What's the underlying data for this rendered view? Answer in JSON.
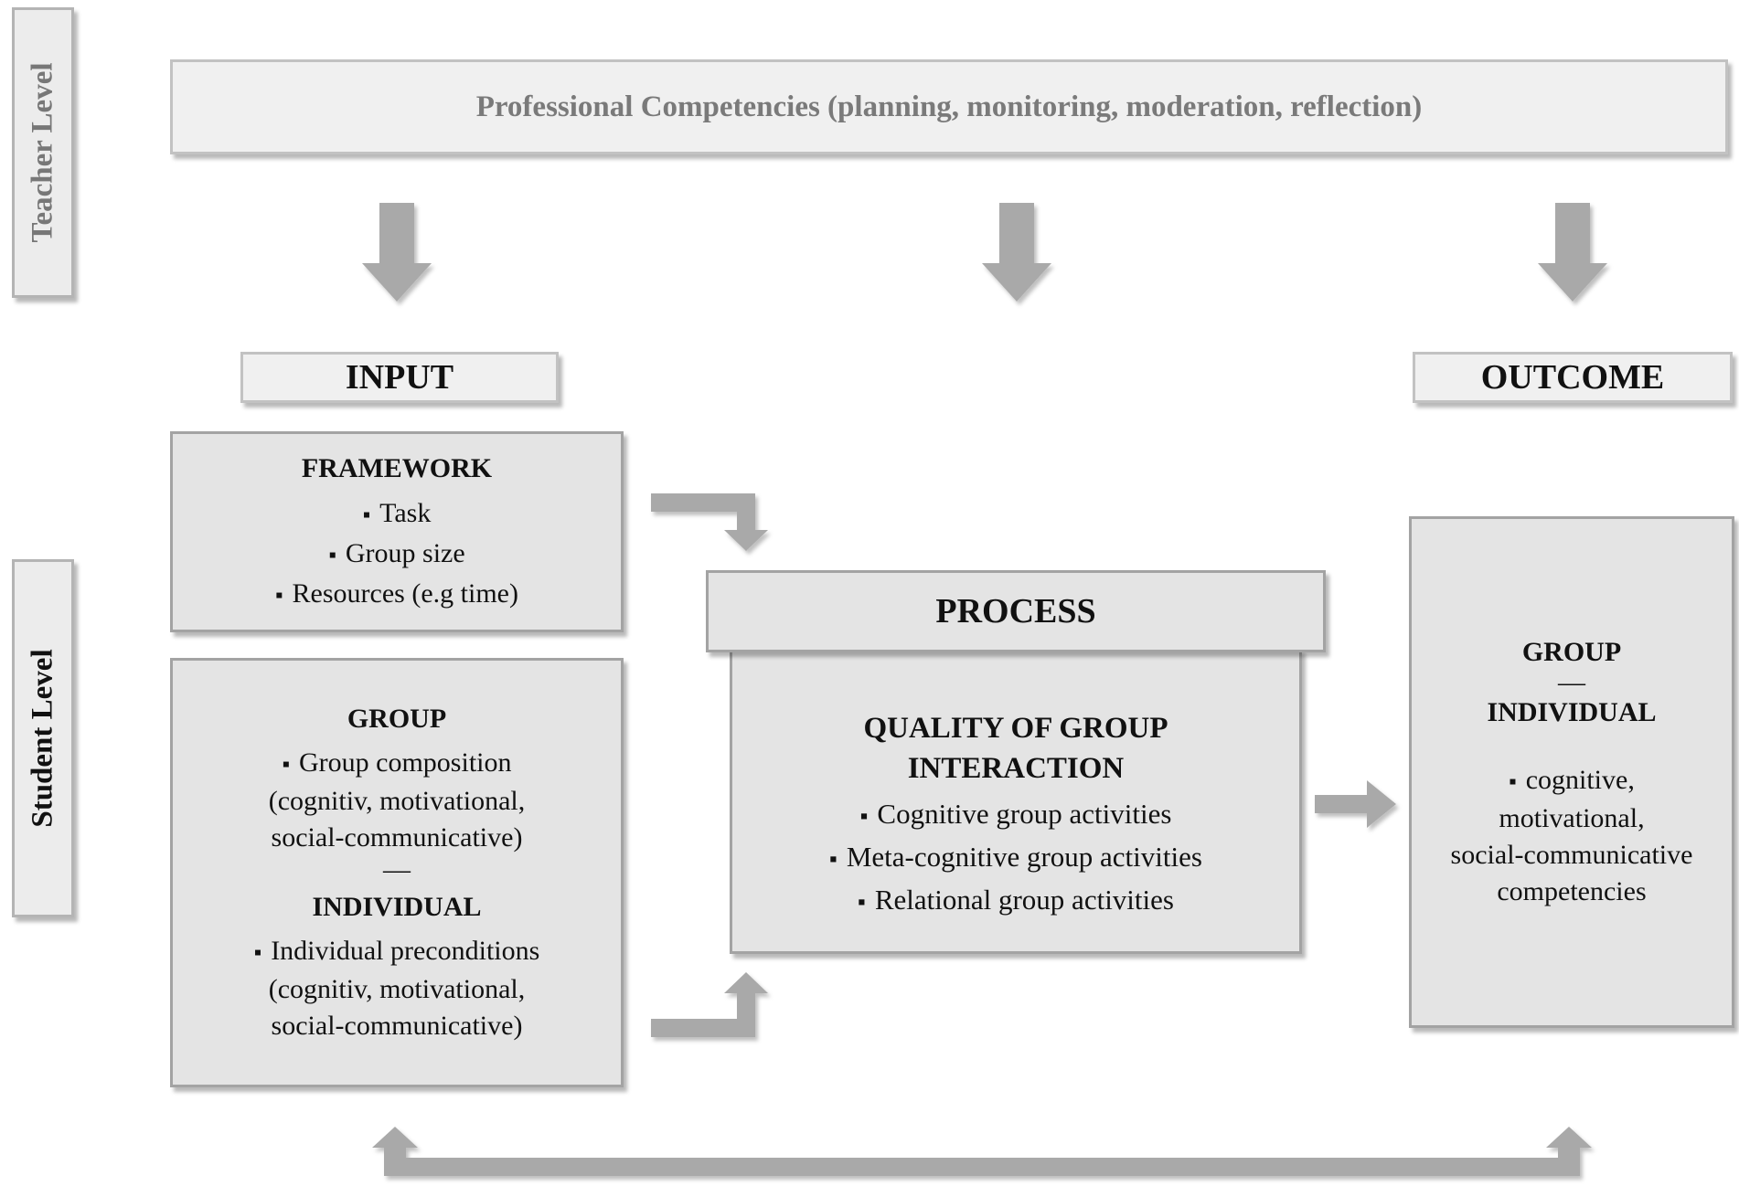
{
  "levels": {
    "teacher": "Teacher Level",
    "student": "Student Level"
  },
  "top_box": "Professional Competencies (planning, monitoring, moderation, reflection)",
  "input_label": "INPUT",
  "outcome_label": "OUTCOME",
  "framework": {
    "title": "FRAMEWORK",
    "items": [
      "Task",
      "Group size",
      "Resources (e.g time)"
    ]
  },
  "group_individual": {
    "group_title": "GROUP",
    "group_item": "Group composition",
    "group_detail_1": "(cognitiv, motivational,",
    "group_detail_2": "social-communicative)",
    "separator": "—",
    "individual_title": "INDIVIDUAL",
    "individual_item": "Individual preconditions",
    "individual_detail_1": "(cognitiv, motivational,",
    "individual_detail_2": "social-communicative)"
  },
  "process": {
    "header": "PROCESS",
    "title_1": "QUALITY OF GROUP",
    "title_2": "INTERACTION",
    "items": [
      "Cognitive group activities",
      "Meta-cognitive group activities",
      "Relational group activities"
    ]
  },
  "outcome": {
    "group": "GROUP",
    "separator": "—",
    "individual": "INDIVIDUAL",
    "line_1": "cognitive,",
    "line_2": "motivational,",
    "line_3": "social-communicative",
    "line_4": "competencies"
  },
  "colors": {
    "arrow": "#a9a9a9",
    "box_fill": "#e4e4e4",
    "box_border": "#a3a3a3"
  }
}
